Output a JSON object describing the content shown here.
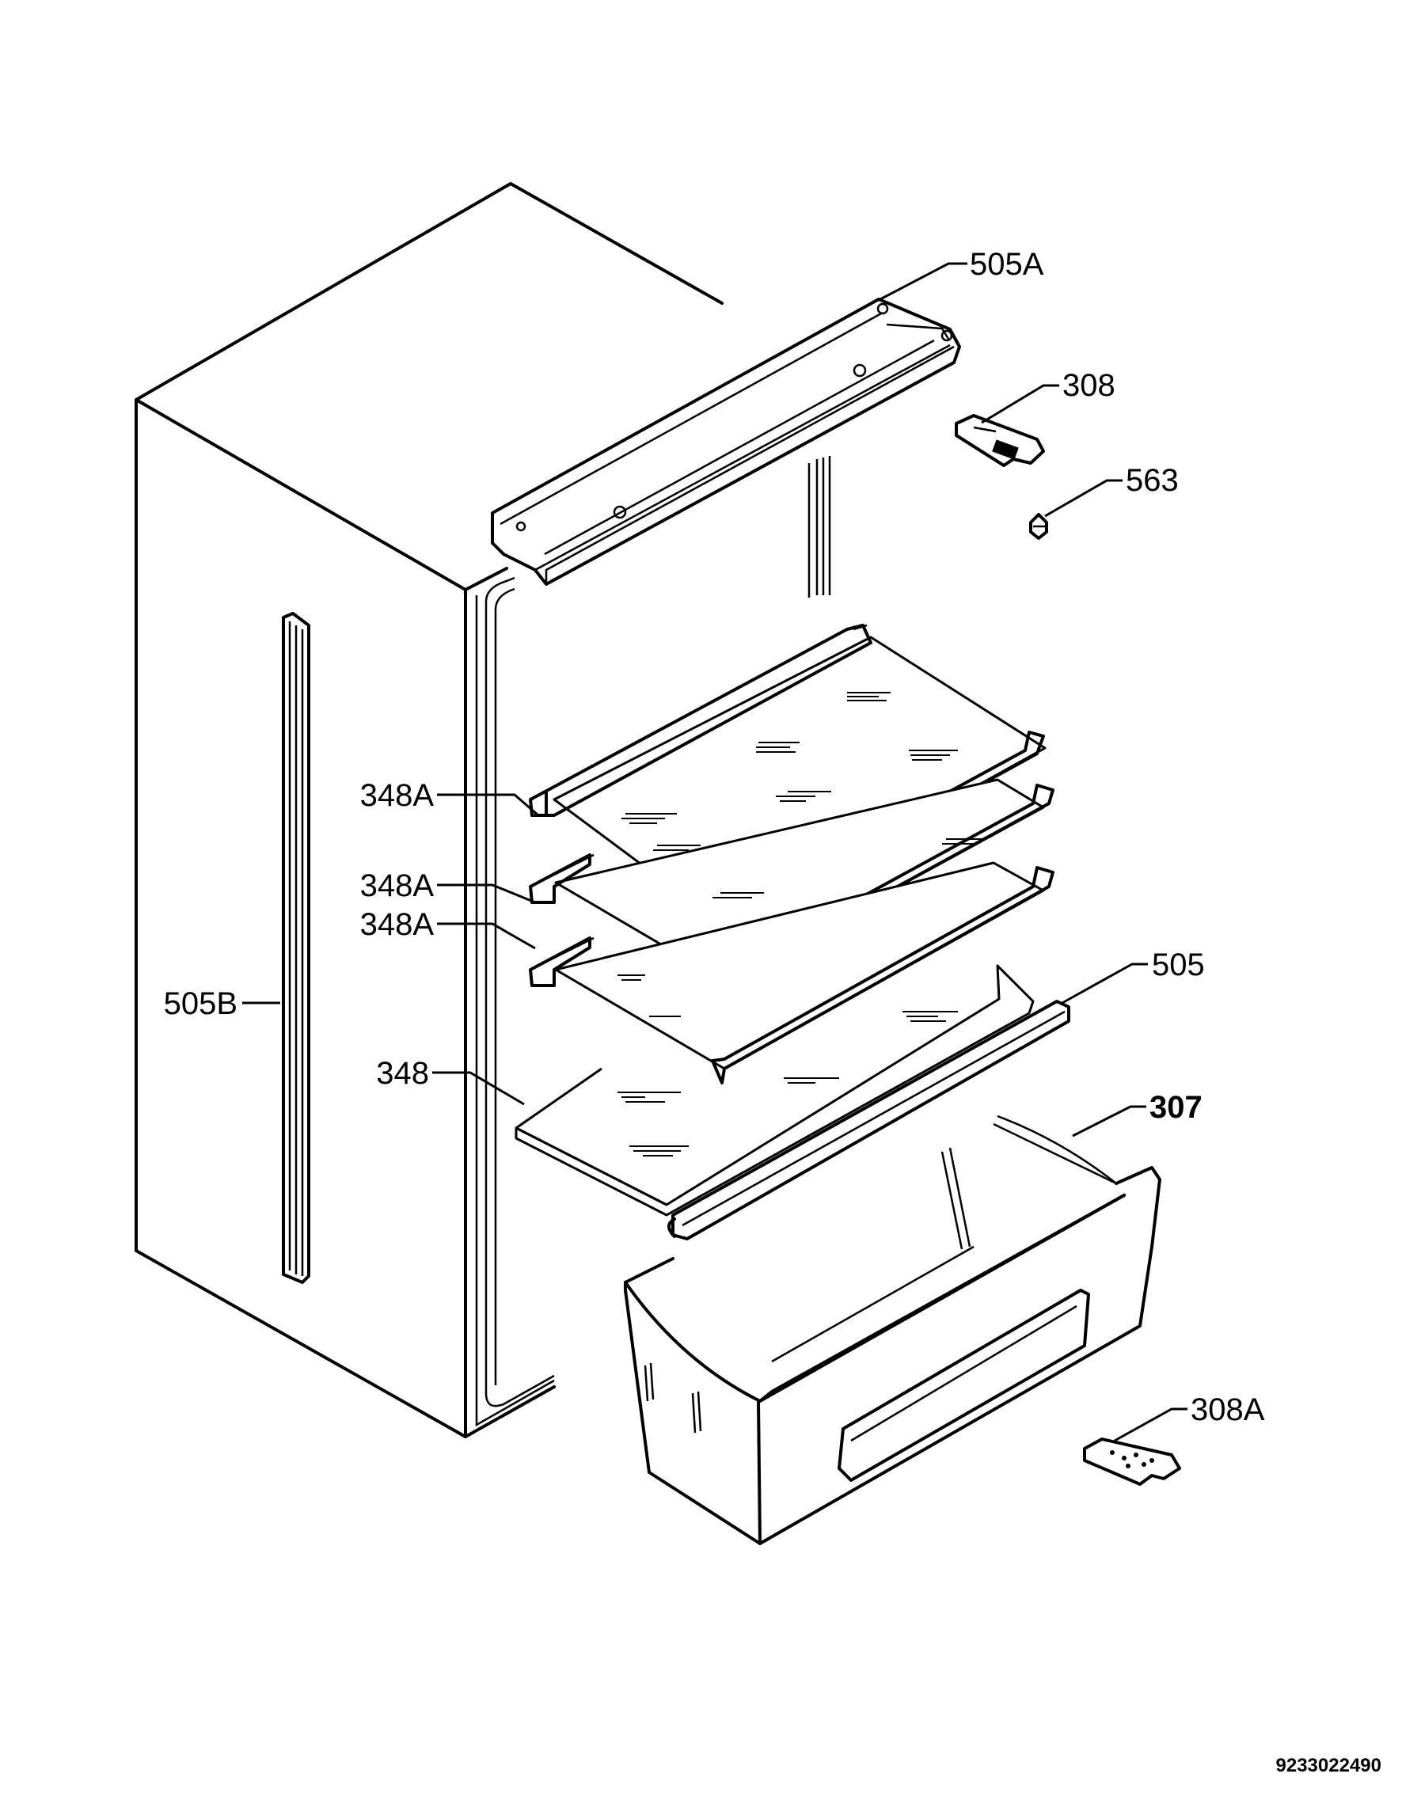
{
  "labels": {
    "505A": "505A",
    "308": "308",
    "563": "563",
    "348A_1": "348A",
    "348A_2": "348A",
    "348A_3": "348A",
    "505B": "505B",
    "505": "505",
    "348": "348",
    "307": "307",
    "308A": "308A"
  },
  "reference": "9233022490"
}
